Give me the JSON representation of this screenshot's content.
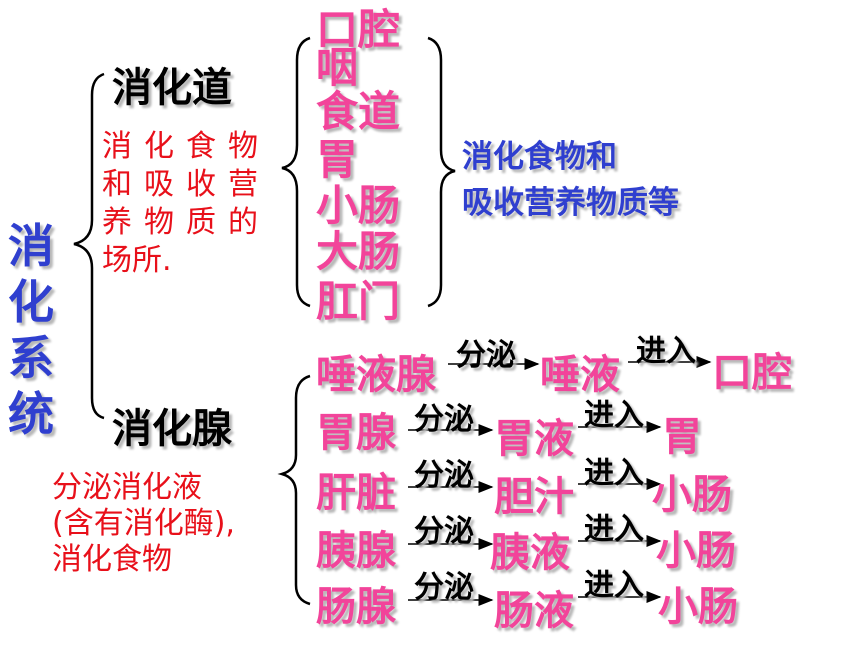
{
  "system": {
    "title": "消化系统"
  },
  "tract": {
    "heading": "消化道",
    "description": [
      "消化食物",
      "和吸收营",
      "养物质的",
      "场所."
    ],
    "organs": [
      "口腔",
      "咽",
      "食道",
      "胃",
      "小肠",
      "大肠",
      "肛门"
    ],
    "function": [
      "消化食物和",
      "吸收营养物质等"
    ]
  },
  "glands": {
    "heading": "消化腺",
    "description": [
      "分泌消化液",
      "(含有消化酶),",
      "消化食物"
    ],
    "verb_secrete": "分泌",
    "verb_enter": "进入",
    "rows": [
      {
        "gland": "唾液腺",
        "juice": "唾液",
        "target": "口腔"
      },
      {
        "gland": "胃腺",
        "juice": "胃液",
        "target": "胃"
      },
      {
        "gland": "肝脏",
        "juice": "胆汁",
        "target": "小肠"
      },
      {
        "gland": "胰腺",
        "juice": "胰液",
        "target": "小肠"
      },
      {
        "gland": "肠腺",
        "juice": "肠液",
        "target": "小肠"
      }
    ]
  },
  "colors": {
    "title": "#2f3fcf",
    "organ": "#f2449a",
    "description": "#e8101a",
    "heading": "#000000"
  }
}
